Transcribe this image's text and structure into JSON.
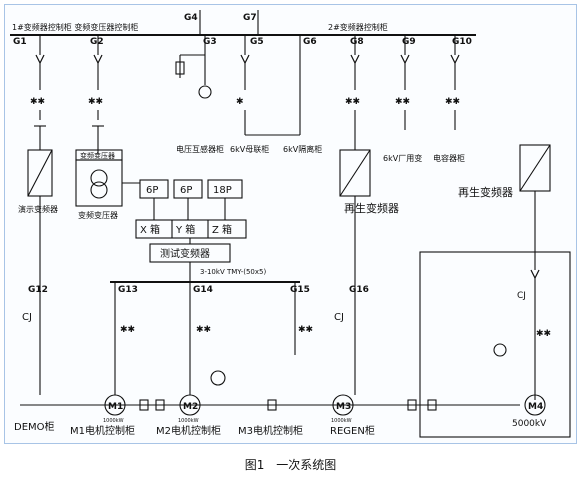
{
  "diagram": {
    "top_labels": {
      "cabinet_group_1": "1#变频器控制柜 变频变压器控制柜",
      "cabinet_group_2": "2#变频器控制柜"
    },
    "switch_labels": {
      "g1": "G1",
      "g2": "G2",
      "g3": "G3",
      "g4": "G4",
      "g5": "G5",
      "g6": "G6",
      "g7": "G7",
      "g8": "G8",
      "g9": "G9",
      "g10": "G10",
      "g12": "G12",
      "g13": "G13",
      "g14": "G14",
      "g15": "G15",
      "g16": "G16"
    },
    "equipment_labels": {
      "vt_cabinet": "电压互感器柜",
      "kv6_tie": "6kV母联柜",
      "kv6_isolation": "6kV隔离柜",
      "kv6_aux_transformer": "6kV厂用变",
      "capacitor_cabinet": "电容器柜",
      "demo_converter": "演示变频器",
      "converter_transformer": "变频变压器",
      "converter_transformer_box": "变频变压器",
      "regen_converter_left": "再生变频器",
      "regen_converter_right": "再生变频器",
      "p6_a": "6P",
      "p6_b": "6P",
      "p18": "18P",
      "box_x": "X 箱",
      "box_y": "Y 箱",
      "box_z": "Z 箱",
      "test_converter": "测试变频器",
      "bus_note": "3-10kV TMY-(50x5)",
      "cj_left": "CJ",
      "cj_right": "CJ",
      "cj_far_right": "CJ"
    },
    "motors": {
      "m1": "M1",
      "m2": "M2",
      "m3": "M3",
      "m4": "M4",
      "m1_rating": "1000kW",
      "m2_rating": "1000kW",
      "m3_rating": "1000kW",
      "m4_rating": "5000kV"
    },
    "bottom_labels": {
      "demo_cabinet": "DEMO柜",
      "m1_control": "M1电机控制柜",
      "m2_control": "M2电机控制柜",
      "m3_control": "M3电机控制柜",
      "regen_cabinet": "REGEN柜"
    }
  },
  "caption": {
    "figure_number": "图1",
    "title": "一次系统图"
  }
}
